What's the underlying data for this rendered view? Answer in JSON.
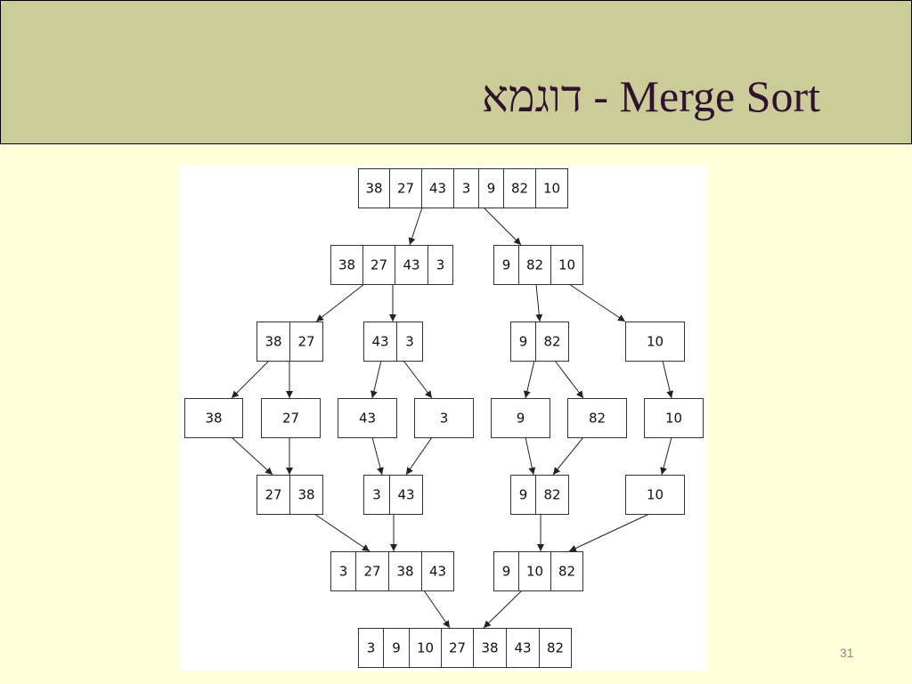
{
  "slide": {
    "title": "דוגמא - Merge Sort",
    "page_number": "31"
  },
  "colors": {
    "title_bar": "#cccc99",
    "background": "#ffffd9",
    "title_text": "#2e1230",
    "cell_border": "#333333"
  },
  "diagram": {
    "rows": [
      [
        [
          "38",
          "27",
          "43",
          "3",
          "9",
          "82",
          "10"
        ]
      ],
      [
        [
          "38",
          "27",
          "43",
          "3"
        ],
        [
          "9",
          "82",
          "10"
        ]
      ],
      [
        [
          "38",
          "27"
        ],
        [
          "43",
          "3"
        ],
        [
          "9",
          "82"
        ],
        [
          "10"
        ]
      ],
      [
        [
          "38"
        ],
        [
          "27"
        ],
        [
          "43"
        ],
        [
          "3"
        ],
        [
          "9"
        ],
        [
          "82"
        ],
        [
          "10"
        ]
      ],
      [
        [
          "27",
          "38"
        ],
        [
          "3",
          "43"
        ],
        [
          "9",
          "82"
        ],
        [
          "10"
        ]
      ],
      [
        [
          "3",
          "27",
          "38",
          "43"
        ],
        [
          "9",
          "10",
          "82"
        ]
      ],
      [
        [
          "3",
          "9",
          "10",
          "27",
          "38",
          "43",
          "82"
        ]
      ]
    ]
  }
}
